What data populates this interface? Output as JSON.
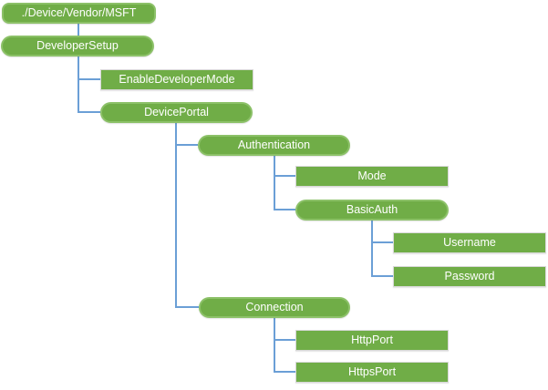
{
  "diagram": {
    "type": "tree",
    "colors": {
      "node_fill": "#70AD47",
      "pill_border": "#8CC168",
      "rect_border": "#D9D9D9",
      "connector": "#6B9FD6",
      "node_text": "#FFFFFF",
      "background": "#FFFFFF"
    },
    "nodes": [
      {
        "id": "root",
        "label": "./Device/Vendor/MSFT",
        "shape": "rounded",
        "parent": null
      },
      {
        "id": "developer-setup",
        "label": "DeveloperSetup",
        "shape": "pill",
        "parent": "root"
      },
      {
        "id": "enable-developer-mode",
        "label": "EnableDeveloperMode",
        "shape": "rect",
        "parent": "developer-setup"
      },
      {
        "id": "device-portal",
        "label": "DevicePortal",
        "shape": "pill",
        "parent": "developer-setup"
      },
      {
        "id": "authentication",
        "label": "Authentication",
        "shape": "pill",
        "parent": "device-portal"
      },
      {
        "id": "mode",
        "label": "Mode",
        "shape": "rect",
        "parent": "authentication"
      },
      {
        "id": "basic-auth",
        "label": "BasicAuth",
        "shape": "pill",
        "parent": "authentication"
      },
      {
        "id": "username",
        "label": "Username",
        "shape": "rect",
        "parent": "basic-auth"
      },
      {
        "id": "password",
        "label": "Password",
        "shape": "rect",
        "parent": "basic-auth"
      },
      {
        "id": "connection",
        "label": "Connection",
        "shape": "pill",
        "parent": "device-portal"
      },
      {
        "id": "http-port",
        "label": "HttpPort",
        "shape": "rect",
        "parent": "connection"
      },
      {
        "id": "https-port",
        "label": "HttpsPort",
        "shape": "rect",
        "parent": "connection"
      }
    ]
  }
}
